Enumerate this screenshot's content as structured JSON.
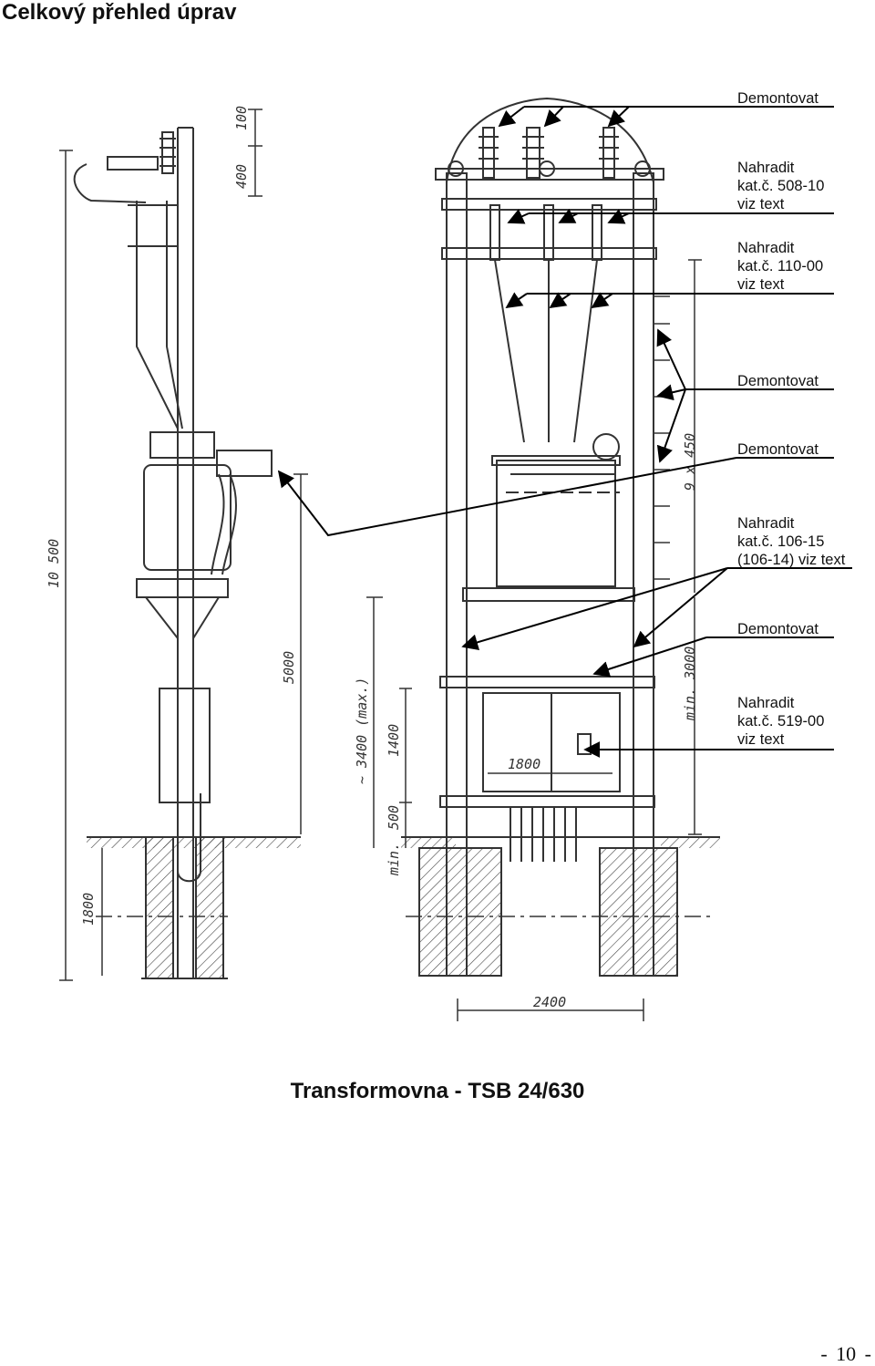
{
  "page_title": "Celkový přehled úprav",
  "caption": "Transformovna - TSB 24/630",
  "page_number": "- 10 -",
  "annotations": [
    {
      "text": "Demontovat"
    },
    {
      "text": "Nahradit\nkat.č. 508-10\nviz text"
    },
    {
      "text": "Nahradit\nkat.č. 110-00\nviz text"
    },
    {
      "text": "Demontovat"
    },
    {
      "text": "Demontovat"
    },
    {
      "text": "Nahradit\nkat.č. 106-15\n(106-14) viz text"
    },
    {
      "text": "Demontovat"
    },
    {
      "text": "Nahradit\nkat.č. 519-00\nviz text"
    }
  ],
  "dimensions": {
    "d100": "100",
    "d400": "400",
    "d10500": "10 500",
    "d5000": "5000",
    "d3400": "~ 3400 (max.)",
    "d1400": "1400",
    "d500": "500",
    "dmin": "min.",
    "d1800_left": "1800",
    "d1800_box": "1800",
    "d2400": "2400",
    "d9x450": "9 x 450",
    "dmin3000": "min. 3000"
  }
}
